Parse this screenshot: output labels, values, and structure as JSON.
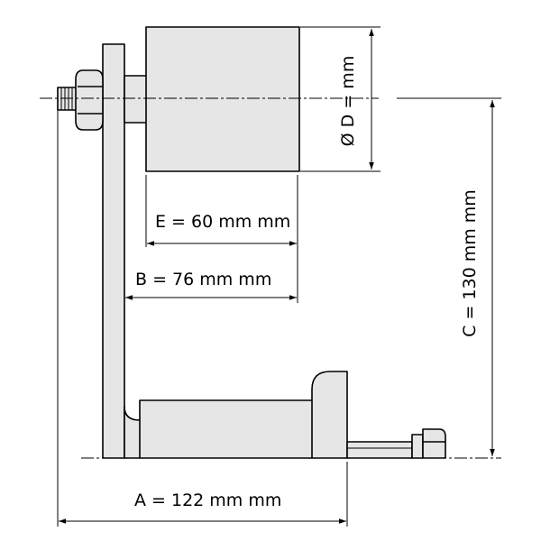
{
  "labels": {
    "dim_d": "Ø D =  mm",
    "dim_e": "E = 60 mm mm",
    "dim_b": "B = 76 mm mm",
    "dim_c": "C = 130 mm mm",
    "dim_a": "A = 122 mm mm"
  }
}
